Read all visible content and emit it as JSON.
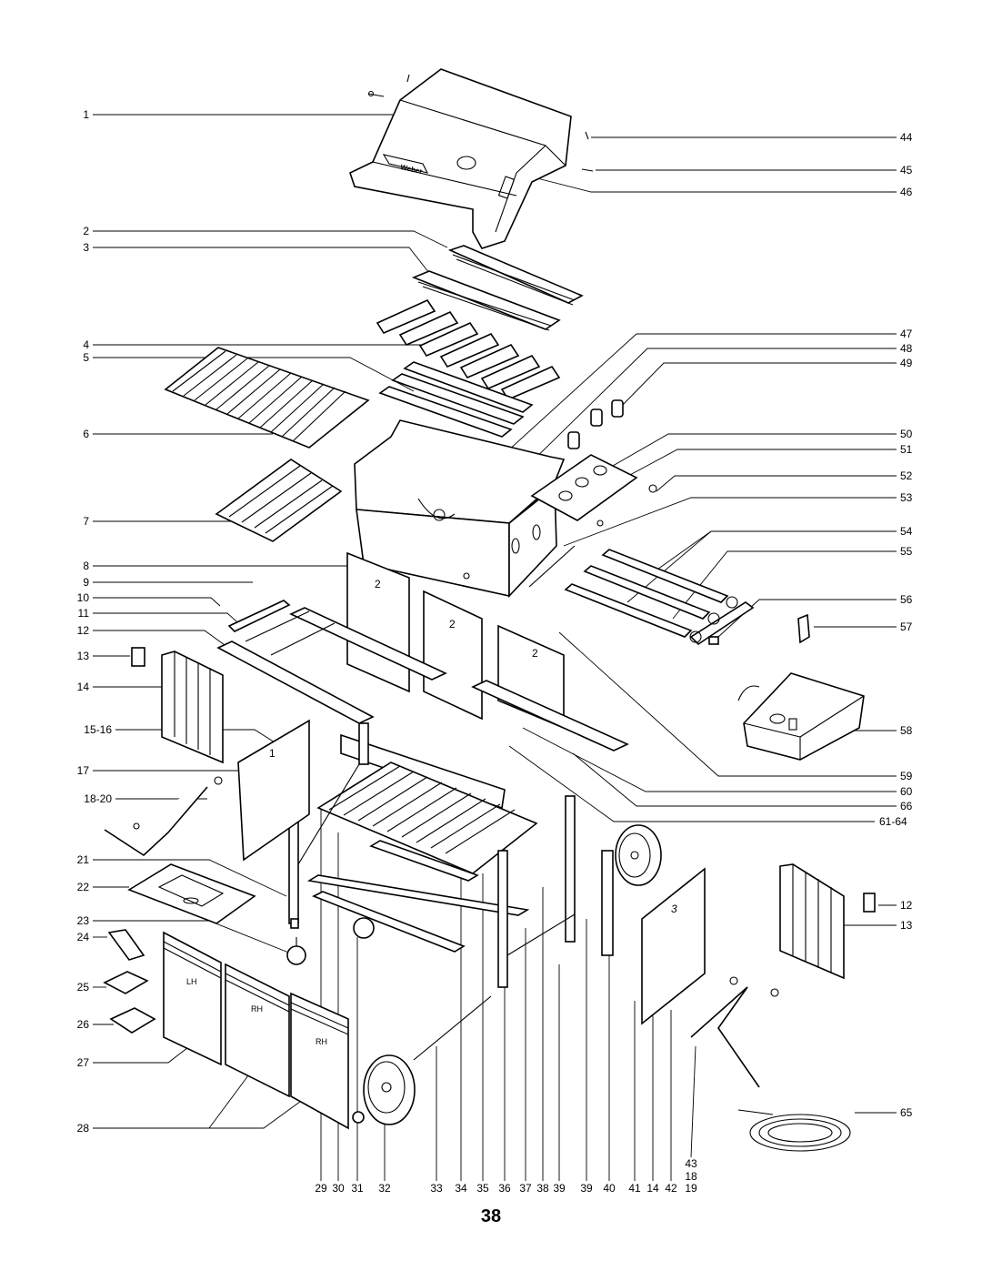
{
  "page": {
    "number": "38"
  },
  "callouts_left": [
    {
      "id": "l1",
      "text": "1"
    },
    {
      "id": "l2",
      "text": "2"
    },
    {
      "id": "l3",
      "text": "3"
    },
    {
      "id": "l4",
      "text": "4"
    },
    {
      "id": "l5",
      "text": "5"
    },
    {
      "id": "l6",
      "text": "6"
    },
    {
      "id": "l7",
      "text": "7"
    },
    {
      "id": "l8",
      "text": "8"
    },
    {
      "id": "l9",
      "text": "9"
    },
    {
      "id": "l10",
      "text": "10"
    },
    {
      "id": "l11",
      "text": "11"
    },
    {
      "id": "l12",
      "text": "12"
    },
    {
      "id": "l13",
      "text": "13"
    },
    {
      "id": "l14",
      "text": "14"
    },
    {
      "id": "l15",
      "text": "15-16"
    },
    {
      "id": "l17",
      "text": "17"
    },
    {
      "id": "l18",
      "text": "18-20"
    },
    {
      "id": "l21",
      "text": "21"
    },
    {
      "id": "l22",
      "text": "22"
    },
    {
      "id": "l23",
      "text": "23"
    },
    {
      "id": "l24",
      "text": "24"
    },
    {
      "id": "l25",
      "text": "25"
    },
    {
      "id": "l26",
      "text": "26"
    },
    {
      "id": "l27",
      "text": "27"
    },
    {
      "id": "l28",
      "text": "28"
    }
  ],
  "callouts_right": [
    {
      "id": "r44",
      "text": "44"
    },
    {
      "id": "r45",
      "text": "45"
    },
    {
      "id": "r46",
      "text": "46"
    },
    {
      "id": "r47",
      "text": "47"
    },
    {
      "id": "r48",
      "text": "48"
    },
    {
      "id": "r49",
      "text": "49"
    },
    {
      "id": "r50",
      "text": "50"
    },
    {
      "id": "r51",
      "text": "51"
    },
    {
      "id": "r52",
      "text": "52"
    },
    {
      "id": "r53",
      "text": "53"
    },
    {
      "id": "r54",
      "text": "54"
    },
    {
      "id": "r55",
      "text": "55"
    },
    {
      "id": "r56",
      "text": "56"
    },
    {
      "id": "r57",
      "text": "57"
    },
    {
      "id": "r58",
      "text": "58"
    },
    {
      "id": "r59",
      "text": "59"
    },
    {
      "id": "r60",
      "text": "60"
    },
    {
      "id": "r66",
      "text": "66"
    },
    {
      "id": "r61",
      "text": "61-64"
    },
    {
      "id": "r12",
      "text": "12"
    },
    {
      "id": "r13",
      "text": "13"
    },
    {
      "id": "r65",
      "text": "65"
    }
  ],
  "callouts_bottom": [
    {
      "id": "b29",
      "text": "29"
    },
    {
      "id": "b30",
      "text": "30"
    },
    {
      "id": "b31",
      "text": "31"
    },
    {
      "id": "b32",
      "text": "32"
    },
    {
      "id": "b33",
      "text": "33"
    },
    {
      "id": "b34",
      "text": "34"
    },
    {
      "id": "b35",
      "text": "35"
    },
    {
      "id": "b36",
      "text": "36"
    },
    {
      "id": "b37",
      "text": "37"
    },
    {
      "id": "b38",
      "text": "38"
    },
    {
      "id": "b39a",
      "text": "39"
    },
    {
      "id": "b39b",
      "text": "39"
    },
    {
      "id": "b40",
      "text": "40"
    },
    {
      "id": "b41",
      "text": "41"
    },
    {
      "id": "b14",
      "text": "14"
    },
    {
      "id": "b42",
      "text": "42"
    },
    {
      "id": "b19",
      "text": "19"
    },
    {
      "id": "b43",
      "text": "43"
    },
    {
      "id": "b18",
      "text": "18"
    }
  ],
  "part_marks": {
    "shelf_a": "2",
    "shelf_b": "2",
    "shelf_c": "2",
    "left_panel": "1",
    "right_panel": "3",
    "door_left": "LH",
    "door_mid": "RH",
    "door_right": "RH",
    "brand": "Weber"
  }
}
